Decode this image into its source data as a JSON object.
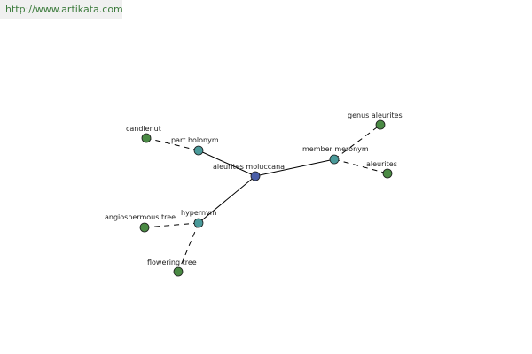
{
  "header": {
    "site_link": "http://www.artikata.com"
  },
  "colors": {
    "center_node": "#4a5ea8",
    "relation_node": "#4a9a9a",
    "term_node": "#4a8a44"
  },
  "graph": {
    "center": {
      "id": "center",
      "label": "aleurites moluccana",
      "kind": "center"
    },
    "nodes": [
      {
        "id": "part-holonym",
        "label": "part holonym",
        "kind": "relation"
      },
      {
        "id": "member-meronym",
        "label": "member meronym",
        "kind": "relation"
      },
      {
        "id": "hypernym",
        "label": "hypernym",
        "kind": "relation"
      },
      {
        "id": "candlenut",
        "label": "candlenut",
        "kind": "term"
      },
      {
        "id": "genus-aleurites",
        "label": "genus aleurites",
        "kind": "term"
      },
      {
        "id": "aleurites",
        "label": "aleurites",
        "kind": "term"
      },
      {
        "id": "angiospermous-tree",
        "label": "angiospermous tree",
        "kind": "term"
      },
      {
        "id": "flowering-tree",
        "label": "flowering tree",
        "kind": "term"
      }
    ],
    "edges": [
      {
        "from": "center",
        "to": "part-holonym",
        "style": "solid"
      },
      {
        "from": "center",
        "to": "member-meronym",
        "style": "solid"
      },
      {
        "from": "center",
        "to": "hypernym",
        "style": "solid"
      },
      {
        "from": "part-holonym",
        "to": "candlenut",
        "style": "dashed"
      },
      {
        "from": "member-meronym",
        "to": "genus-aleurites",
        "style": "dashed"
      },
      {
        "from": "member-meronym",
        "to": "aleurites",
        "style": "dashed"
      },
      {
        "from": "hypernym",
        "to": "angiospermous-tree",
        "style": "dashed"
      },
      {
        "from": "hypernym",
        "to": "flowering-tree",
        "style": "dashed"
      }
    ]
  }
}
